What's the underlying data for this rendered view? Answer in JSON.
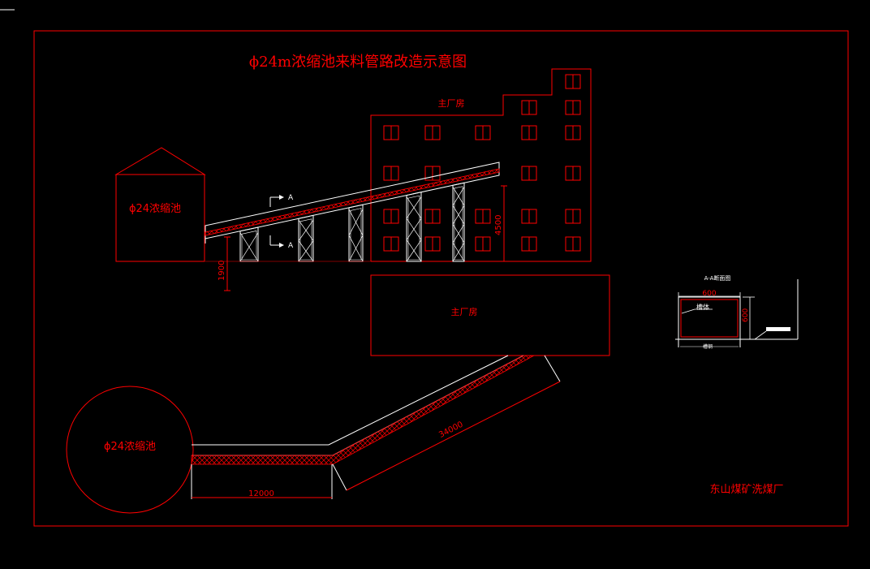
{
  "drawing": {
    "title": "ϕ24m浓缩池来料管路改造示意图",
    "company": "东山煤矿洗煤厂"
  },
  "elevation": {
    "tank_label": "ϕ24浓缩池",
    "building_label": "主厂房",
    "section_mark": "A",
    "dim_height_left": "1900",
    "dim_height_right": "4500"
  },
  "plan": {
    "building_label": "主厂房",
    "tank_label": "ϕ24浓缩池",
    "dim_horizontal": "12000",
    "dim_diagonal": "34000"
  },
  "section": {
    "title": "A-A断面图",
    "dim_width": "600",
    "dim_height": "600",
    "label_inner": "槽体",
    "label_bottom": "槽钢"
  },
  "colors": {
    "background": "#000000",
    "line": "#ff0000",
    "white": "#ffffff"
  }
}
